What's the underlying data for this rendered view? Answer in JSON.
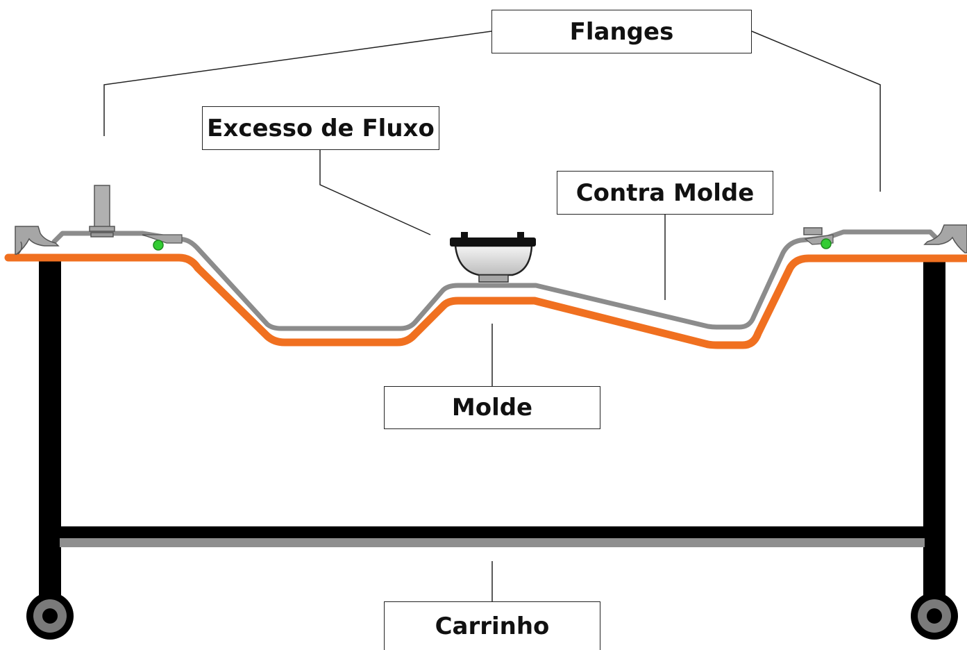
{
  "labels": {
    "flanges": "Flanges",
    "excesso_de_fluxo": "Excesso de Fluxo",
    "contra_molde": "Contra Molde",
    "molde": "Molde",
    "carrinho": "Carrinho"
  },
  "colors": {
    "mold": "#f07020",
    "counter_mold": "#8c8c8c",
    "cart_frame": "#000000",
    "flange_metal": "#a6a6a6",
    "green_marker": "#33cc33",
    "label_border": "#222222"
  }
}
